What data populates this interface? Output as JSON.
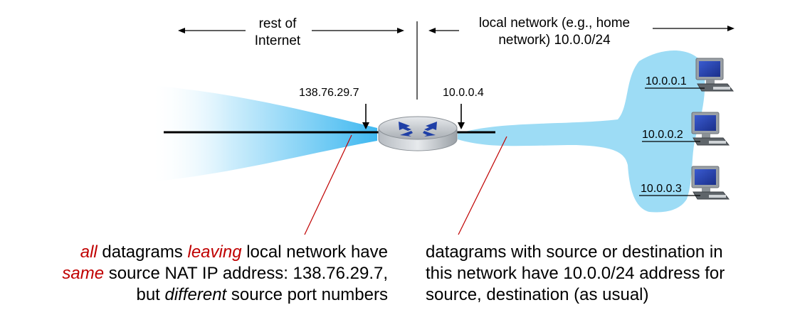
{
  "labels": {
    "rest_of_internet_line1": "rest of",
    "rest_of_internet_line2": "Internet",
    "local_network_line1": "local network (e.g., home",
    "local_network_line2": "network) 10.0.0/24",
    "router_wan_ip": "138.76.29.7",
    "router_lan_ip": "10.0.0.4",
    "host1_ip": "10.0.0.1",
    "host2_ip": "10.0.0.2",
    "host3_ip": "10.0.0.3"
  },
  "left_caption": {
    "line1_all": "all",
    "line1_mid": " datagrams ",
    "line1_leaving": "leaving",
    "line1_end": " local network have",
    "line2_same": "same",
    "line2_end": " source NAT IP address: 138.76.29.7,",
    "line3_start": "but ",
    "line3_different": "different",
    "line3_end": " source port numbers"
  },
  "right_caption": {
    "line1": "datagrams with source or destination in",
    "line2": "this network have 10.0.0/24 address for",
    "line3": "source, destination (as usual)"
  },
  "colors": {
    "network_blue": "#9ddcf5",
    "router_gray": "#c8ccd0",
    "router_arrows": "#1f3fa6",
    "callout_red": "#c00000",
    "emphasis_red": "#c00000"
  }
}
